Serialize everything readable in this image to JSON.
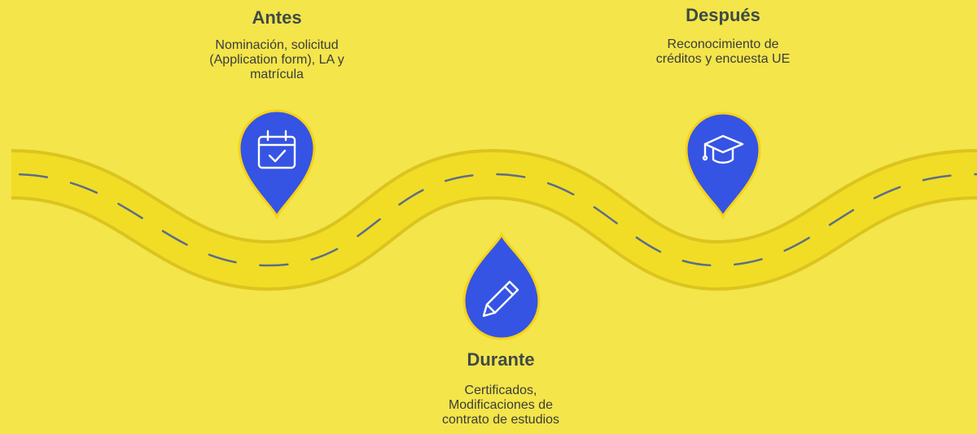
{
  "stages": {
    "before": {
      "title": "Antes",
      "desc_lines": [
        "Nominación, solicitud",
        "(Application form), LA y",
        "matrícula"
      ],
      "icon": "calendar-check-icon"
    },
    "during": {
      "title": "Durante",
      "desc_lines": [
        "Certificados,",
        "Modificaciones de",
        "contrato de estudios"
      ],
      "icon": "pencil-icon"
    },
    "after": {
      "title": "Después",
      "desc_lines": [
        "Reconocimiento de",
        "créditos y encuesta UE"
      ],
      "icon": "graduation-cap-icon"
    }
  },
  "colors": {
    "background": "#F3E54A",
    "road": "#F1DC24",
    "road_edge": "#D9C21E",
    "dashes": "#5C6E86",
    "marker": "#3554E3",
    "marker_border": "#F6D21A",
    "icon_stroke": "#FFFFFF"
  }
}
